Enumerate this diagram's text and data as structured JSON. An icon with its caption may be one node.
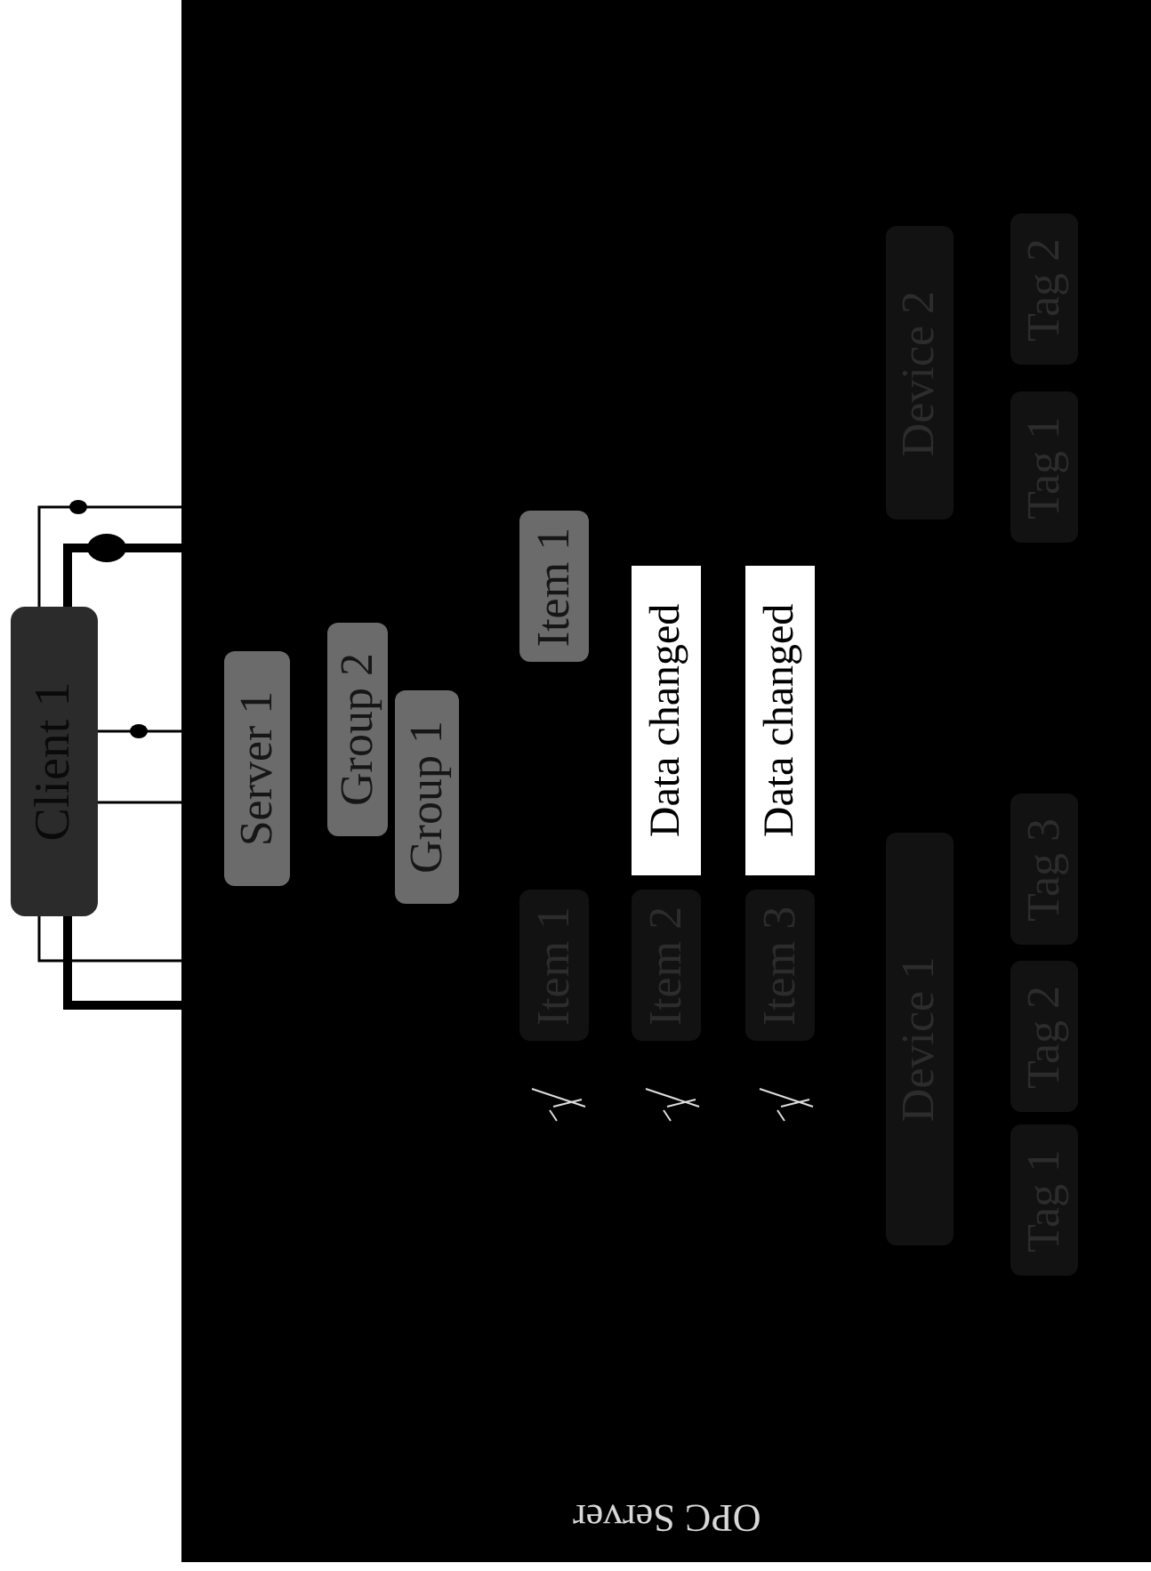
{
  "diagram": {
    "nodes": [
      {
        "text": [
          "OPC Server"
        ]
      },
      {
        "text": [
          "Client 1"
        ]
      },
      {
        "text": [
          "Server 1"
        ],
        "in": 0
      },
      {
        "text": [
          "Group 2"
        ],
        "in": 0
      },
      {
        "text": [
          "Group 1"
        ],
        "in": 0
      },
      {
        "text": [
          "Item 1"
        ],
        "in": 0
      },
      {
        "text": [
          "Data changed"
        ],
        "in": 0
      },
      {
        "text": [
          "Data changed"
        ],
        "in": 0
      },
      {
        "text": [
          "Item 1"
        ],
        "in": 0
      },
      {
        "text": [
          "Item 2"
        ],
        "in": 0
      },
      {
        "text": [
          "Item 3"
        ],
        "in": 0
      },
      {
        "text": [
          "Device 2"
        ],
        "in": 0
      },
      {
        "text": [
          "Tag 2"
        ],
        "in": 0
      },
      {
        "text": [
          "Tag 1"
        ],
        "in": 0
      },
      {
        "text": [
          "Device 1"
        ],
        "in": 0
      },
      {
        "text": [
          "Tag 3"
        ],
        "in": 0
      },
      {
        "text": [
          "Tag 2"
        ],
        "in": 0
      },
      {
        "text": [
          "Tag 1"
        ],
        "in": 0
      }
    ],
    "edges": [
      {
        "from": 1,
        "to": 0,
        "arrow": "none"
      },
      {
        "from": 1,
        "to": 0,
        "arrow": "none",
        "style": "thick"
      },
      {
        "from": 1,
        "to": 0,
        "arrow": "none"
      },
      {
        "from": 1,
        "to": 0,
        "arrow": "none"
      },
      {
        "from": 1,
        "to": 0,
        "arrow": "none"
      },
      {
        "from": 1,
        "to": 0,
        "arrow": "none",
        "style": "thick"
      }
    ]
  }
}
